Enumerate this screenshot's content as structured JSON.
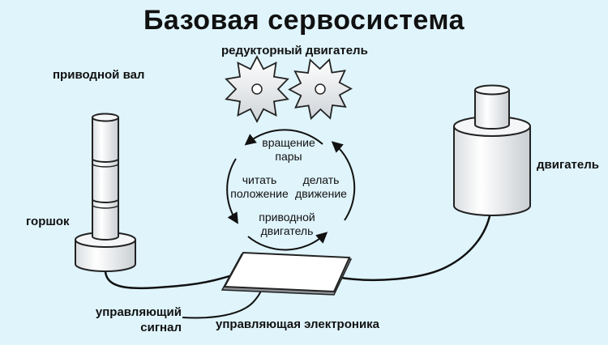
{
  "title": "Базовая сервосистема",
  "labels": {
    "gear_motor": "редукторный двигатель",
    "drive_shaft": "приводной вал",
    "pot": "горшок",
    "motor": "двигатель",
    "control_signal_line1": "управляющий",
    "control_signal_line2": "сигнал",
    "control_electronics": "управляющая электроника"
  },
  "cycle": {
    "rotate_line1": "вращение",
    "rotate_line2": "пары",
    "read_line1": "читать",
    "read_line2": "положение",
    "move_line1": "делать",
    "move_line2": "движение",
    "drive_line1": "приводной",
    "drive_line2": "двигатель"
  },
  "colors": {
    "background": "#dff4fb",
    "component_fill": "#ffffff",
    "outline": "#222222",
    "wire": "#111111"
  }
}
